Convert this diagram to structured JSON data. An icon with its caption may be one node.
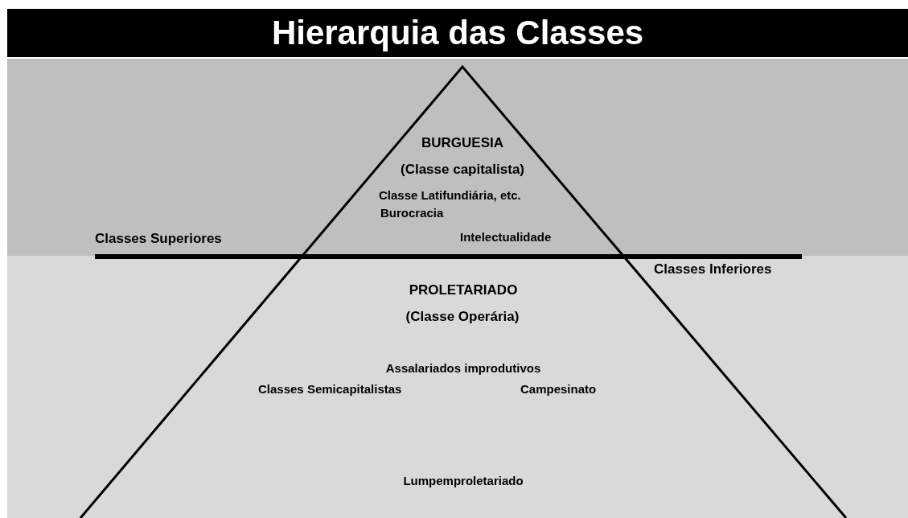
{
  "diagram": {
    "title": "Hierarquia das Classes",
    "labels": [
      "BURGUESIA",
      "(Classe capitalista)",
      "Classe Latifundiária, etc.",
      "Burocracia",
      "Classes Superiores",
      "Intelectualidade",
      "Classes Inferiores",
      "PROLETARIADO",
      "(Classe Operária)",
      "Assalariados improdutivos",
      "Classes Semicapitalistas",
      "Campesinato",
      "Lumpemproletariado"
    ]
  }
}
